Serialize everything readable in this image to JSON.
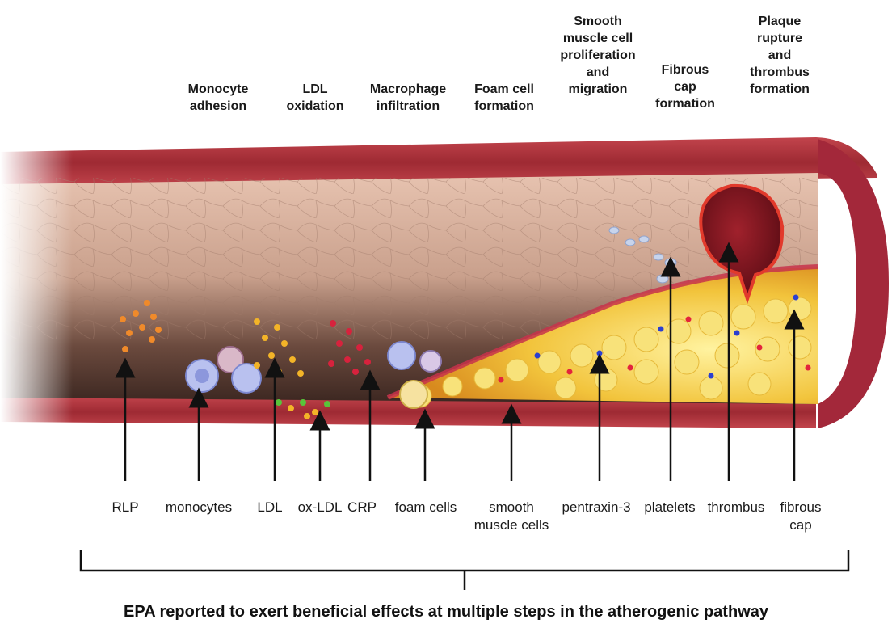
{
  "steps": [
    {
      "id": "monocyte-adhesion",
      "lines": [
        "Monocyte",
        "adhesion"
      ]
    },
    {
      "id": "ldl-oxidation",
      "lines": [
        "LDL",
        "oxidation"
      ]
    },
    {
      "id": "macrophage-infiltration",
      "lines": [
        "Macrophage",
        "infiltration"
      ]
    },
    {
      "id": "foam-cell-formation",
      "lines": [
        "Foam cell",
        "formation"
      ]
    },
    {
      "id": "smc-proliferation",
      "lines": [
        "Smooth",
        "muscle cell",
        "proliferation",
        "and",
        "migration"
      ]
    },
    {
      "id": "fibrous-cap-formation",
      "lines": [
        "Fibrous",
        "cap",
        "formation"
      ]
    },
    {
      "id": "plaque-rupture",
      "lines": [
        "Plaque",
        "rupture",
        "and",
        "thrombus",
        "formation"
      ]
    }
  ],
  "labels": [
    {
      "id": "rlp",
      "lines": [
        "RLP"
      ]
    },
    {
      "id": "monocytes",
      "lines": [
        "monocytes"
      ]
    },
    {
      "id": "ldl",
      "lines": [
        "LDL"
      ]
    },
    {
      "id": "ox-ldl",
      "lines": [
        "ox-LDL"
      ]
    },
    {
      "id": "crp",
      "lines": [
        "CRP"
      ]
    },
    {
      "id": "foam-cells",
      "lines": [
        "foam cells"
      ]
    },
    {
      "id": "smooth-muscle-cells",
      "lines": [
        "smooth",
        "muscle cells"
      ]
    },
    {
      "id": "pentraxin-3",
      "lines": [
        "pentraxin-3"
      ]
    },
    {
      "id": "platelets",
      "lines": [
        "platelets"
      ]
    },
    {
      "id": "thrombus",
      "lines": [
        "thrombus"
      ]
    },
    {
      "id": "fibrous-cap",
      "lines": [
        "fibrous",
        "cap"
      ]
    }
  ],
  "caption": "EPA  reported to exert beneficial effects at multiple steps in the atherogenic pathway",
  "colors": {
    "vessel_wall": "#b0313c",
    "lumen": "#e9c9b8",
    "plaque": "#f3c84a",
    "thrombus": "#8a1420",
    "arrow": "#111111"
  }
}
